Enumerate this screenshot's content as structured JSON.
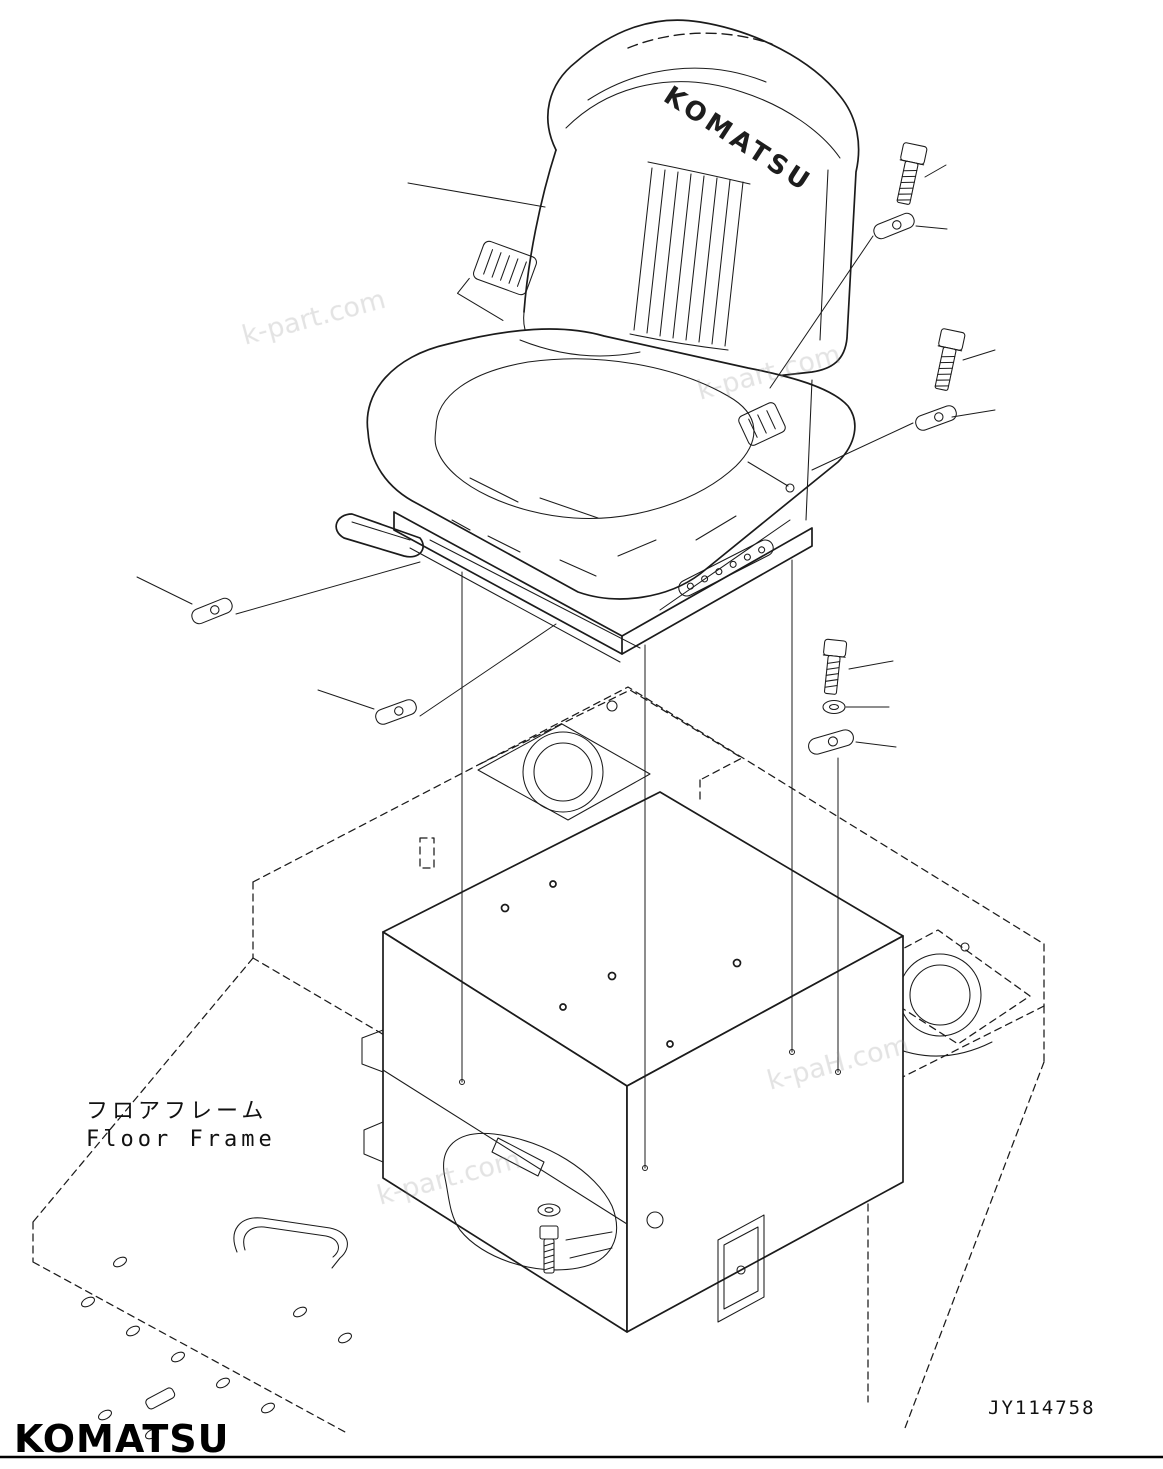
{
  "page": {
    "background": "#ffffff",
    "ink_color": "#1b1b1b",
    "watermark_color": "#8f8f8f"
  },
  "labels": {
    "floor_frame_jp": "フロアフレーム",
    "floor_frame_en": "Floor Frame"
  },
  "title_block": {
    "drawing_number": "JY114758",
    "brand": "KOMATSU"
  },
  "seat": {
    "backrest_logo": "KOMATSU"
  },
  "watermarks": [
    {
      "text": "k-part.com"
    },
    {
      "text": "k-part.com"
    },
    {
      "text": "k-раН.com"
    },
    {
      "text": "k-part.com"
    }
  ]
}
